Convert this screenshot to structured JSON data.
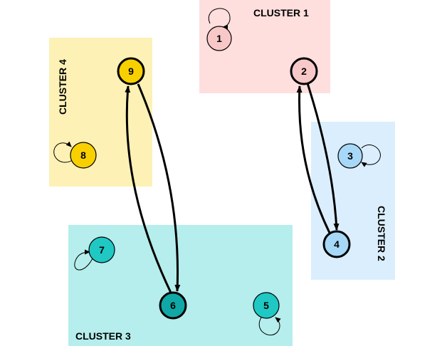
{
  "clusters": {
    "c1": {
      "label": "CLUSTER 1",
      "fill": "#ffdede"
    },
    "c2": {
      "label": "CLUSTER 2",
      "fill": "#dbeefd"
    },
    "c3": {
      "label": "CLUSTER 3",
      "fill": "#b5eeec"
    },
    "c4": {
      "label": "CLUSTER 4",
      "fill": "#fdf1b5"
    }
  },
  "nodes": {
    "n1": {
      "label": "1",
      "fill": "#f8c8c8",
      "border": "thin"
    },
    "n2": {
      "label": "2",
      "fill": "#f8c8c8",
      "border": "thick"
    },
    "n3": {
      "label": "3",
      "fill": "#a7d8f8",
      "border": "thin"
    },
    "n4": {
      "label": "4",
      "fill": "#a7d8f8",
      "border": "thick"
    },
    "n5": {
      "label": "5",
      "fill": "#20c8c4",
      "border": "thin"
    },
    "n6": {
      "label": "6",
      "fill": "#10a8a6",
      "border": "thick"
    },
    "n7": {
      "label": "7",
      "fill": "#20c8c4",
      "border": "thin"
    },
    "n8": {
      "label": "8",
      "fill": "#f8d000",
      "border": "thin"
    },
    "n9": {
      "label": "9",
      "fill": "#f8d000",
      "border": "thick"
    }
  },
  "edges": [
    {
      "from": "2",
      "to": "4",
      "directed": true
    },
    {
      "from": "4",
      "to": "2",
      "directed": true
    },
    {
      "from": "9",
      "to": "6",
      "directed": true
    },
    {
      "from": "6",
      "to": "9",
      "directed": true
    }
  ],
  "self_loops": [
    "1",
    "3",
    "5",
    "7",
    "8"
  ]
}
